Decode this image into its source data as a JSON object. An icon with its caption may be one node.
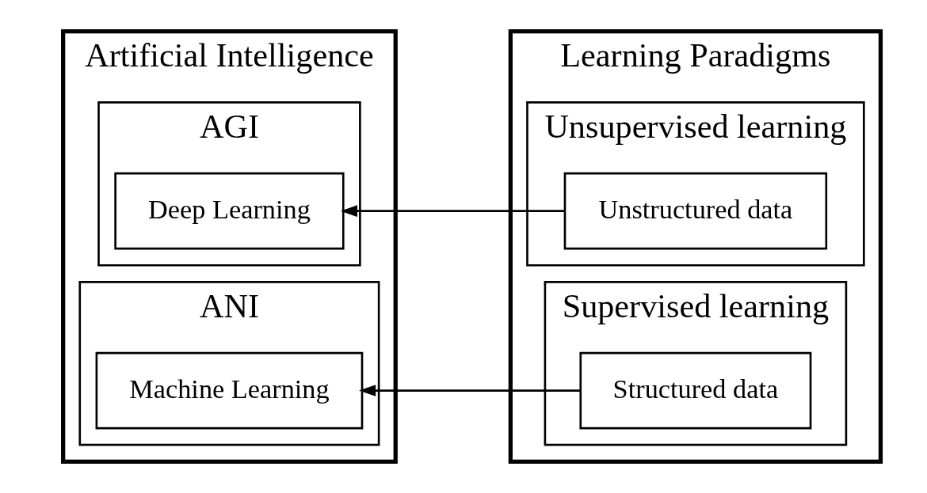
{
  "diagram": {
    "nodes": [
      {
        "text": [
          "Artificial Intelligence"
        ]
      },
      {
        "text": [
          "AGI"
        ],
        "in": 0
      },
      {
        "text": [
          "Deep Learning"
        ],
        "in": 1
      },
      {
        "text": [
          "ANI"
        ],
        "in": 0
      },
      {
        "text": [
          "Machine Learning"
        ],
        "in": 3
      },
      {
        "text": [
          "Learning Paradigms"
        ]
      },
      {
        "text": [
          "Supervised learning"
        ],
        "in": 5
      },
      {
        "text": [
          "Structured data"
        ],
        "in": 6
      },
      {
        "text": [
          "Unsupervised learning"
        ],
        "in": 5
      },
      {
        "text": [
          "Unstructured data"
        ],
        "in": 8
      }
    ],
    "edges": [
      {
        "from": 7,
        "to": 4,
        "arrow": "to"
      },
      {
        "from": 9,
        "to": 2,
        "arrow": "to"
      }
    ]
  }
}
